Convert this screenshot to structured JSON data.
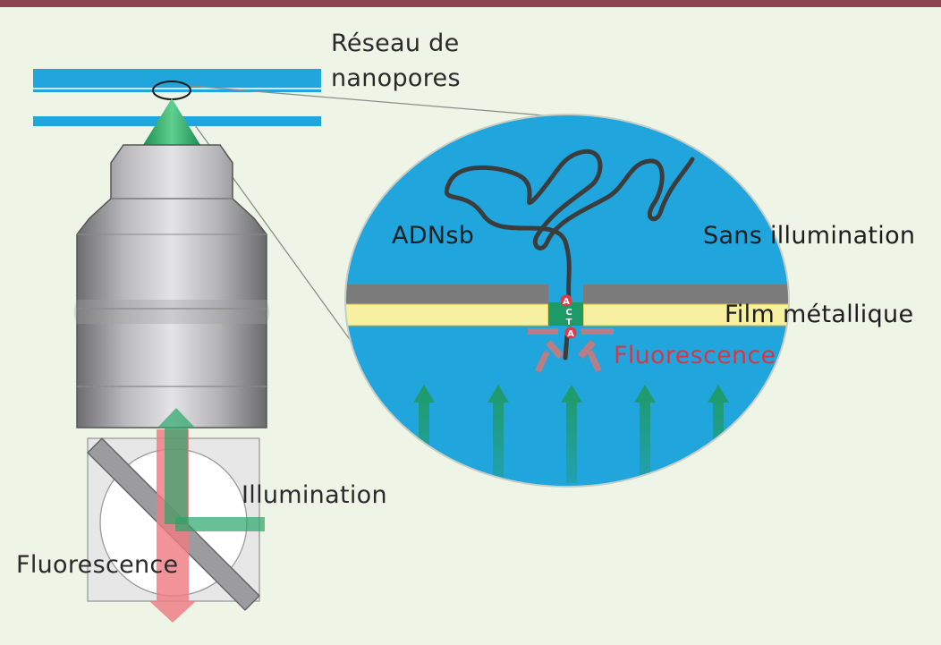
{
  "labels": {
    "nanopore_array_line1": "Réseau de",
    "nanopore_array_line2": "nanopores",
    "ssdna": "ADNsb",
    "no_illumination": "Sans illumination",
    "metal_film": "Film métallique",
    "fluorescence_zoom": "Fluorescence",
    "illumination": "Illumination",
    "fluorescence_optics": "Fluorescence"
  },
  "bases": [
    "A",
    "C",
    "T",
    "A"
  ],
  "colors": {
    "top_band": "#8c4550",
    "background": "#eef5e7",
    "water_blue": "#21a5dd",
    "metal_gray": "#7b7b7b",
    "gold_film": "#f7f0a0",
    "excitation_green": "#2aa56a",
    "emission_red": "#ee7b82",
    "fluorescence_label": "#d0394c",
    "objective_gray": "#a9a9ab"
  }
}
